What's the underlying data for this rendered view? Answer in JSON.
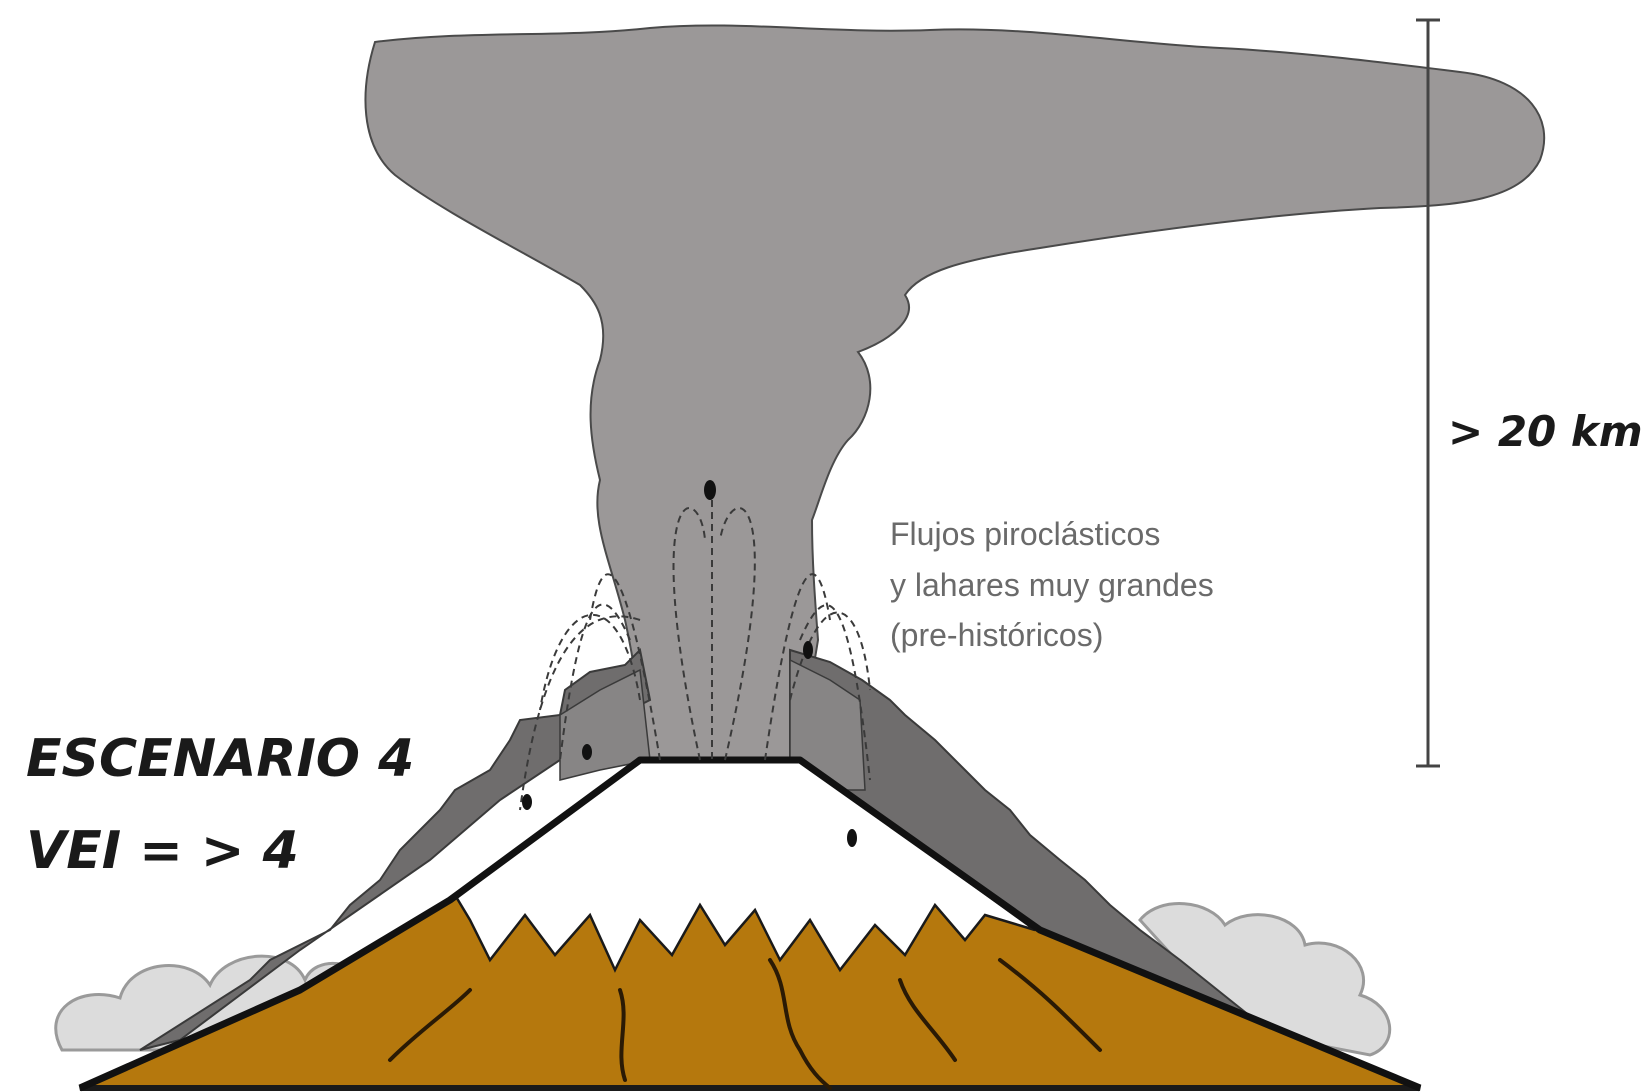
{
  "diagram": {
    "scenario_label": "ESCENARIO 4",
    "vei_label": "VEI = > 4",
    "height_label": "> 20 km",
    "annotation_lines": [
      "Flujos piroclásticos",
      "y lahares muy grandes",
      "(pre-históricos)"
    ]
  },
  "colors": {
    "ash_cloud": "#9b9898",
    "deposits_dark": "#6f6d6d",
    "deposits_mid": "#878585",
    "snow_cap": "#ffffff",
    "volcano_body": "#b5780d",
    "lahar_clouds": "#dcdcdc",
    "outline": "#1a1a1a"
  }
}
